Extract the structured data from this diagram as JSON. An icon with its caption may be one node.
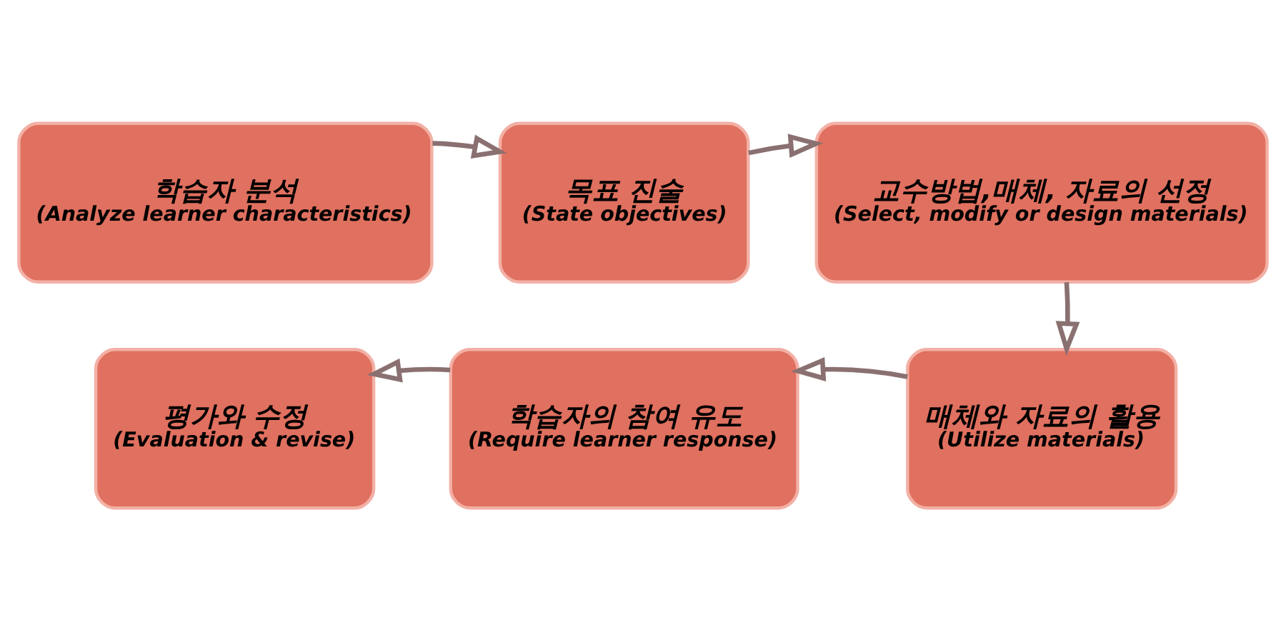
{
  "diagram": {
    "nodes": [
      {
        "text": [
          "학습자 분석",
          "(Analyze learner characteristics)"
        ]
      },
      {
        "text": [
          "목표 진술",
          "(State objectives)"
        ]
      },
      {
        "text": [
          "교수방법,매체, 자료의 선정",
          "(Select, modify or design materials)"
        ]
      },
      {
        "text": [
          "매체와 자료의 활용",
          "(Utilize materials)"
        ]
      },
      {
        "text": [
          "학습자의 참여 유도",
          "(Require learner response)"
        ]
      },
      {
        "text": [
          "평가와 수정",
          "(Evaluation & revise)"
        ]
      }
    ],
    "edges": [
      {
        "from": 0,
        "to": 1,
        "arrow": "to"
      },
      {
        "from": 1,
        "to": 2,
        "arrow": "to"
      },
      {
        "from": 2,
        "to": 3,
        "arrow": "to"
      },
      {
        "from": 3,
        "to": 4,
        "arrow": "to"
      },
      {
        "from": 4,
        "to": 5,
        "arrow": "to"
      }
    ]
  }
}
